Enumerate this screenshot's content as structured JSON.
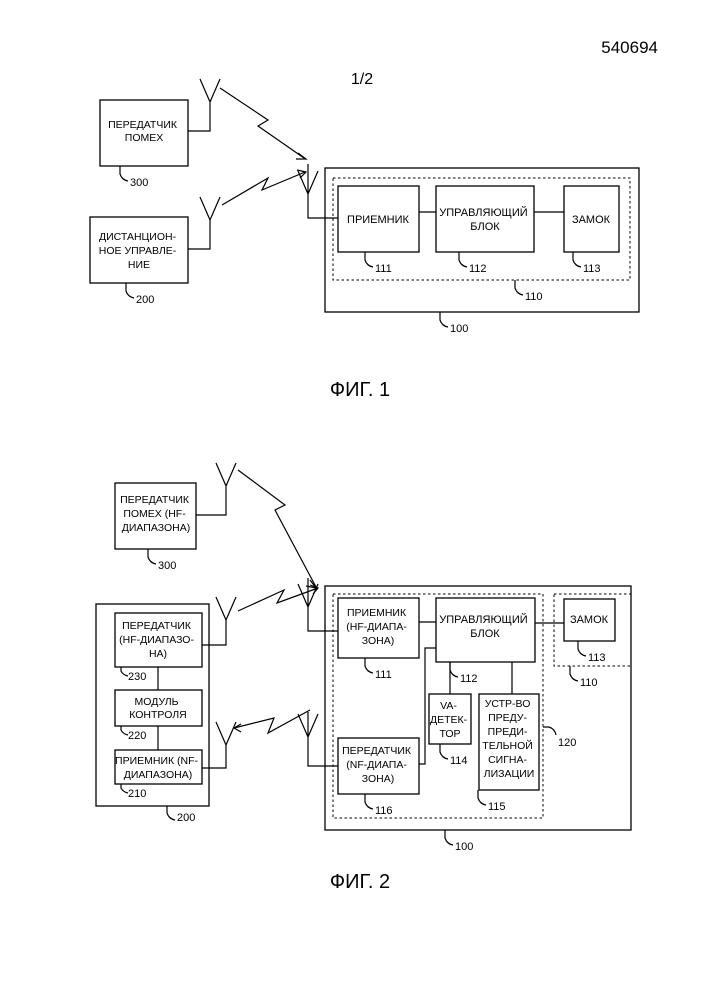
{
  "header": {
    "doc_number": "540694",
    "page": "1/2"
  },
  "fig1": {
    "caption": "ФИГ. 1",
    "jammer": {
      "lines": [
        "ПЕРЕДАТЧИК",
        "ПОМЕХ"
      ],
      "ref": "300"
    },
    "remote": {
      "lines": [
        "ДИСТАНЦИОН-",
        "НОЕ УПРАВЛЕ-",
        "НИЕ"
      ],
      "ref": "200"
    },
    "receiver": {
      "lines": [
        "ПРИЕМНИК"
      ],
      "ref": "111"
    },
    "control": {
      "lines": [
        "УПРАВЛЯЮЩИЙ",
        "БЛОК"
      ],
      "ref": "112"
    },
    "lock": {
      "lines": [
        "ЗАМОК"
      ],
      "ref": "113"
    },
    "group_ref": "110",
    "vehicle_ref": "100"
  },
  "fig2": {
    "caption": "ФИГ. 2",
    "jammer": {
      "lines": [
        "ПЕРЕДАТЧИК",
        "ПОМЕХ (HF-",
        "ДИАПАЗОНА)"
      ],
      "ref": "300"
    },
    "remote_ref": "200",
    "rc_transmitter": {
      "lines": [
        "ПЕРЕДАТЧИК",
        "(HF-ДИАПАЗО-",
        "НА)"
      ],
      "ref": "230"
    },
    "rc_module": {
      "lines": [
        "МОДУЛЬ",
        "КОНТРОЛЯ"
      ],
      "ref": "220"
    },
    "rc_receiver": {
      "lines": [
        "ПРИЕМНИК (NF-",
        "ДИАПАЗОНА)"
      ],
      "ref": "210"
    },
    "receiver": {
      "lines": [
        "ПРИЕМНИК",
        "(HF-ДИАПА-",
        "ЗОНА)"
      ],
      "ref": "111"
    },
    "control": {
      "lines": [
        "УПРАВЛЯЮЩИЙ",
        "БЛОК"
      ],
      "ref": "112"
    },
    "lock": {
      "lines": [
        "ЗАМОК"
      ],
      "ref": "113"
    },
    "va_detector": {
      "lines": [
        "VA-",
        "ДЕТЕК-",
        "ТОР"
      ],
      "ref": "114"
    },
    "warning_device": {
      "lines": [
        "УСТР-ВО",
        "ПРЕДУ-",
        "ПРЕДИ-",
        "ТЕЛЬНОЙ",
        "СИГНА-",
        "ЛИЗАЦИИ"
      ],
      "ref": "115"
    },
    "transmitter": {
      "lines": [
        "ПЕРЕДАТЧИК",
        "(NF-ДИАПА-",
        "ЗОНА)"
      ],
      "ref": "116"
    },
    "group_ref": "110",
    "group2_ref": "120",
    "vehicle_ref": "100"
  }
}
